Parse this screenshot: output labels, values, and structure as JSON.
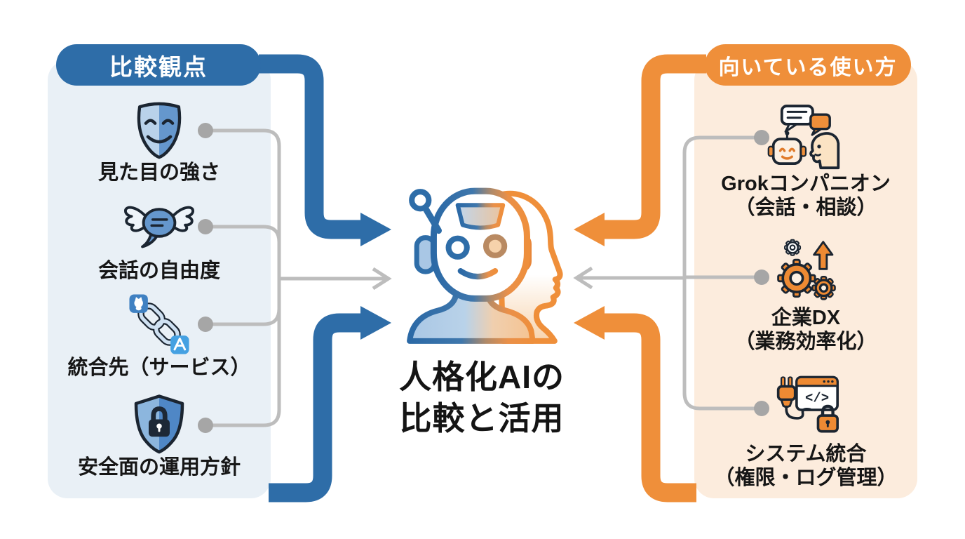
{
  "title": {
    "line1": "人格化AIの",
    "line2": "比較と活用"
  },
  "left_panel": {
    "header": "比較観点",
    "items": [
      {
        "icon": "theater-mask-icon",
        "label": "見た目の強さ"
      },
      {
        "icon": "winged-chat-bubble-icon",
        "label": "会話の自由度"
      },
      {
        "icon": "chain-link-services-icon",
        "label": "統合先（サービス）"
      },
      {
        "icon": "shield-lock-icon",
        "label": "安全面の運用方針"
      }
    ]
  },
  "right_panel": {
    "header": "向いている使い方",
    "items": [
      {
        "icon": "robot-human-chat-icon",
        "label": "Grokコンパニオン",
        "sublabel": "（会話・相談）"
      },
      {
        "icon": "gears-growth-arrow-icon",
        "label": "企業DX",
        "sublabel": "（業務効率化）"
      },
      {
        "icon": "plug-code-lock-icon",
        "label": "システム統合",
        "sublabel": "（権限・ログ管理）",
        "code_glyph": "</>"
      }
    ]
  },
  "center": {
    "figure": "robot-human-head-icon"
  },
  "colors": {
    "accent_blue": "#2e6da8",
    "accent_orange": "#ef8f3a",
    "panel_blue_bg": "#e9f0f6",
    "panel_orange_bg": "#fcecdd",
    "connector_gray": "#bdbdbd",
    "dot_gray": "#a6a6a6",
    "outline_dark": "#1b2531",
    "text_dark": "#161616"
  }
}
